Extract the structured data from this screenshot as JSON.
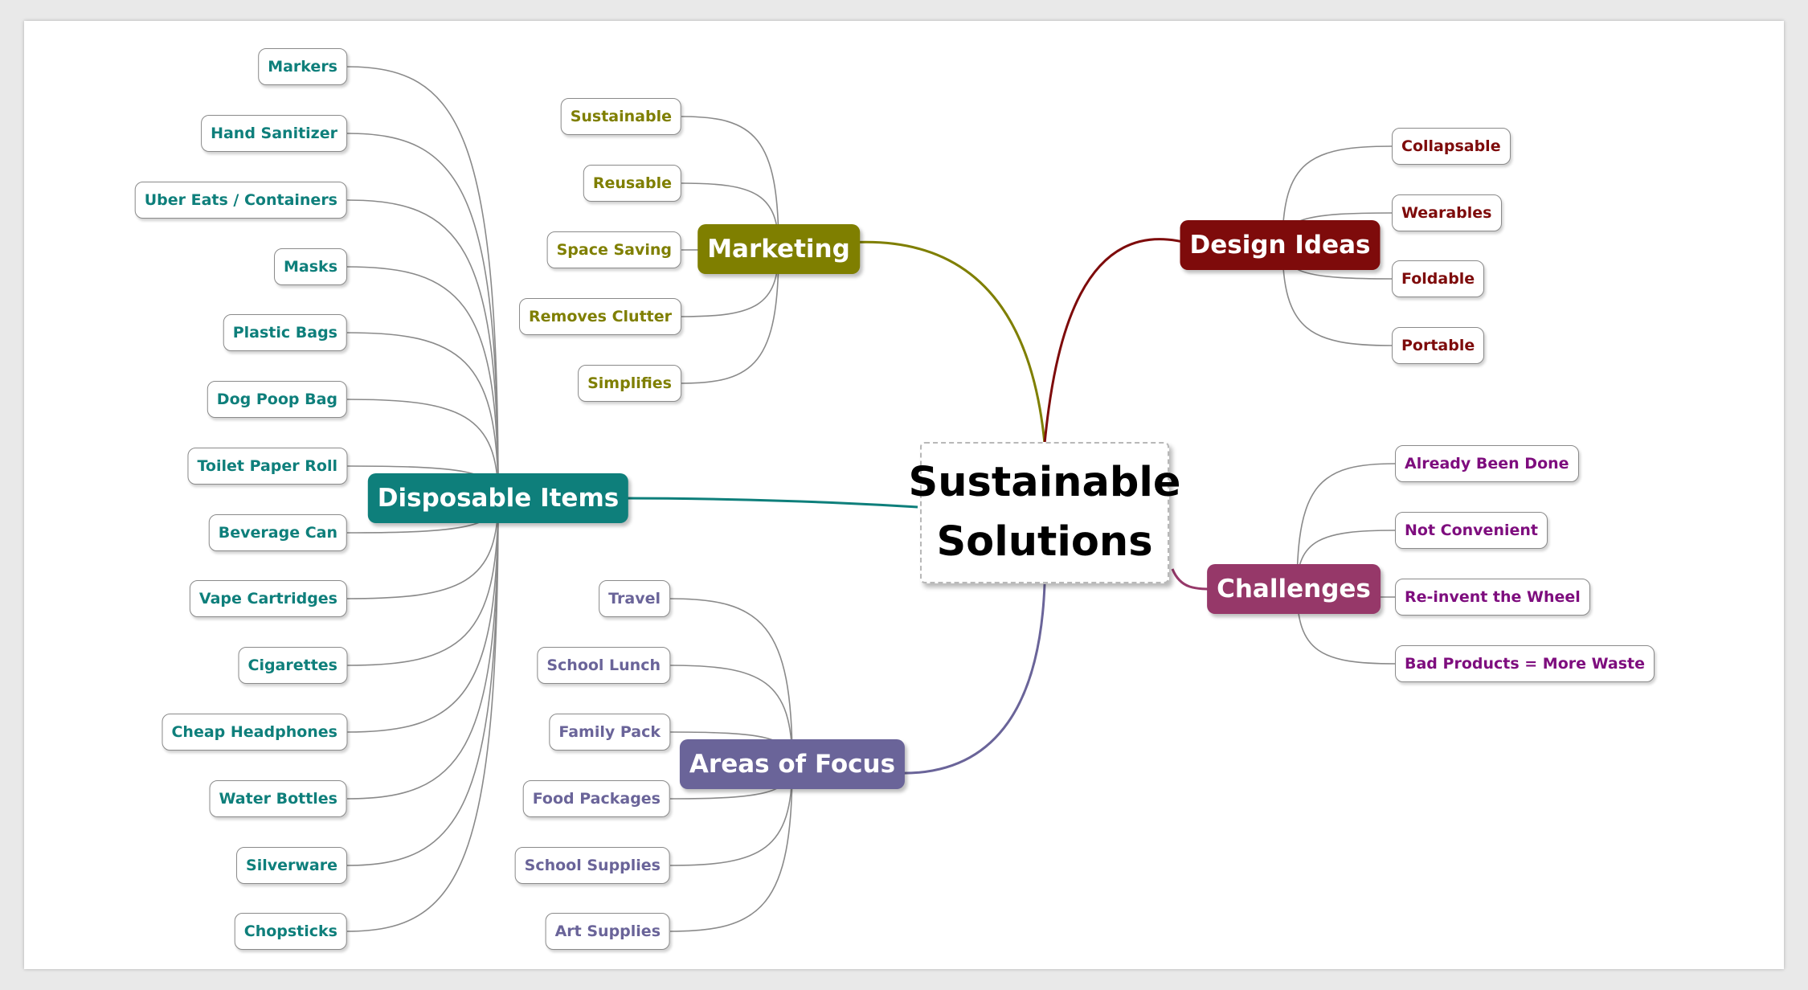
{
  "colors": {
    "disposable": "#0e7f7b",
    "marketing": "#7f7f00",
    "design": "#7e0b0b",
    "challenges": "#963869",
    "challenges_text": "#7e0d7e",
    "focus": "#6a6499",
    "connector": "#8a8a8a"
  },
  "center": {
    "label": "Sustainable Solutions"
  },
  "branches": {
    "disposable": {
      "label": "Disposable Items",
      "items": [
        "Markers",
        "Hand Sanitizer",
        "Uber Eats / Containers",
        "Masks",
        "Plastic Bags",
        "Dog Poop Bag",
        "Toilet Paper Roll",
        "Beverage Can",
        "Vape Cartridges",
        "Cigarettes",
        "Cheap Headphones",
        "Water Bottles",
        "Silverware",
        "Chopsticks"
      ]
    },
    "marketing": {
      "label": "Marketing",
      "items": [
        "Sustainable",
        "Reusable",
        "Space Saving",
        "Removes Clutter",
        "Simplifies"
      ]
    },
    "focus": {
      "label": "Areas of Focus",
      "items": [
        "Travel",
        "School Lunch",
        "Family Pack",
        "Food Packages",
        "School Supplies",
        "Art Supplies"
      ]
    },
    "design": {
      "label": "Design Ideas",
      "items": [
        "Collapsable",
        "Wearables",
        "Foldable",
        "Portable"
      ]
    },
    "challenges": {
      "label": "Challenges",
      "items": [
        "Already Been Done",
        "Not Convenient",
        "Re-invent the Wheel",
        "Bad Products = More Waste"
      ]
    }
  }
}
